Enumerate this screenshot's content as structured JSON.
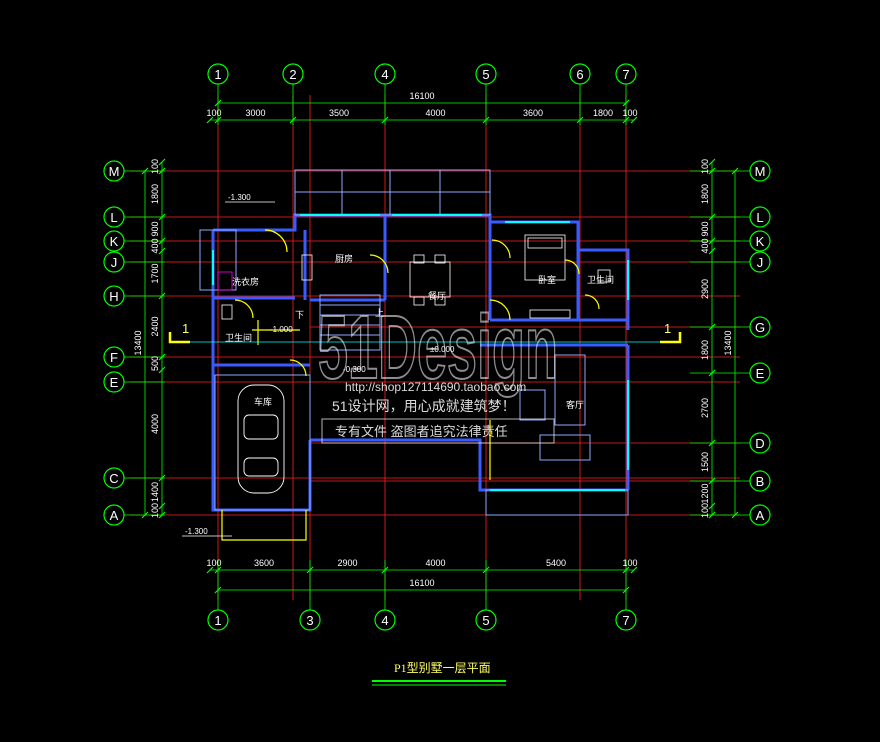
{
  "drawing": {
    "title": "P1型别墅一层平面",
    "colors": {
      "background": "#000000",
      "grid_line": "#ff2020",
      "dimension_line": "#00ff00",
      "wall": "#3a5cff",
      "window": "#00ffff",
      "door": "#ffff00",
      "text": "#ffffff",
      "title": "#ffff66"
    }
  },
  "axes": {
    "top": [
      "1",
      "2",
      "4",
      "5",
      "6",
      "7"
    ],
    "bottom": [
      "1",
      "3",
      "4",
      "5",
      "7"
    ],
    "left": [
      "M",
      "L",
      "K",
      "J",
      "H",
      "F",
      "E",
      "C",
      "A"
    ],
    "right": [
      "M",
      "L",
      "K",
      "J",
      "G",
      "E",
      "D",
      "B",
      "A"
    ]
  },
  "dimensions": {
    "top_total": "16100",
    "top_segments": [
      "100",
      "3000",
      "3500",
      "4000",
      "3600",
      "1800",
      "100"
    ],
    "bottom_total": "16100",
    "bottom_segments": [
      "100",
      "3600",
      "2900",
      "4000",
      "5400",
      "100"
    ],
    "left_total": "13400",
    "left_segments": [
      "100",
      "1800",
      "900",
      "400",
      "1700",
      "2400",
      "500",
      "4000",
      "1400",
      "100"
    ],
    "right_total": "13400",
    "right_segments": [
      "100",
      "1800",
      "900",
      "400",
      "2900",
      "1800",
      "2700",
      "1500",
      "1200",
      "100"
    ]
  },
  "rooms": {
    "laundry": "洗衣房",
    "kitchen": "厨房",
    "dining": "餐厅",
    "bedroom": "卧室",
    "bath_right": "卫生间",
    "bath_left": "卫生间",
    "garage": "车库",
    "living": "客厅",
    "stair_down": "下",
    "stair_up": "上"
  },
  "elevations": {
    "e1": "-1.300",
    "e2": "-1.000",
    "e3": "±0.000",
    "e4": "-0.300",
    "e5": "-1.300"
  },
  "section_marks": [
    "1",
    "1"
  ],
  "watermark": {
    "logo": "51Design",
    "url": "http://shop127114690.taobao.com",
    "line1": "51设计网，用心成就建筑梦！",
    "line2": "专有文件    盗图者追究法律责任"
  }
}
